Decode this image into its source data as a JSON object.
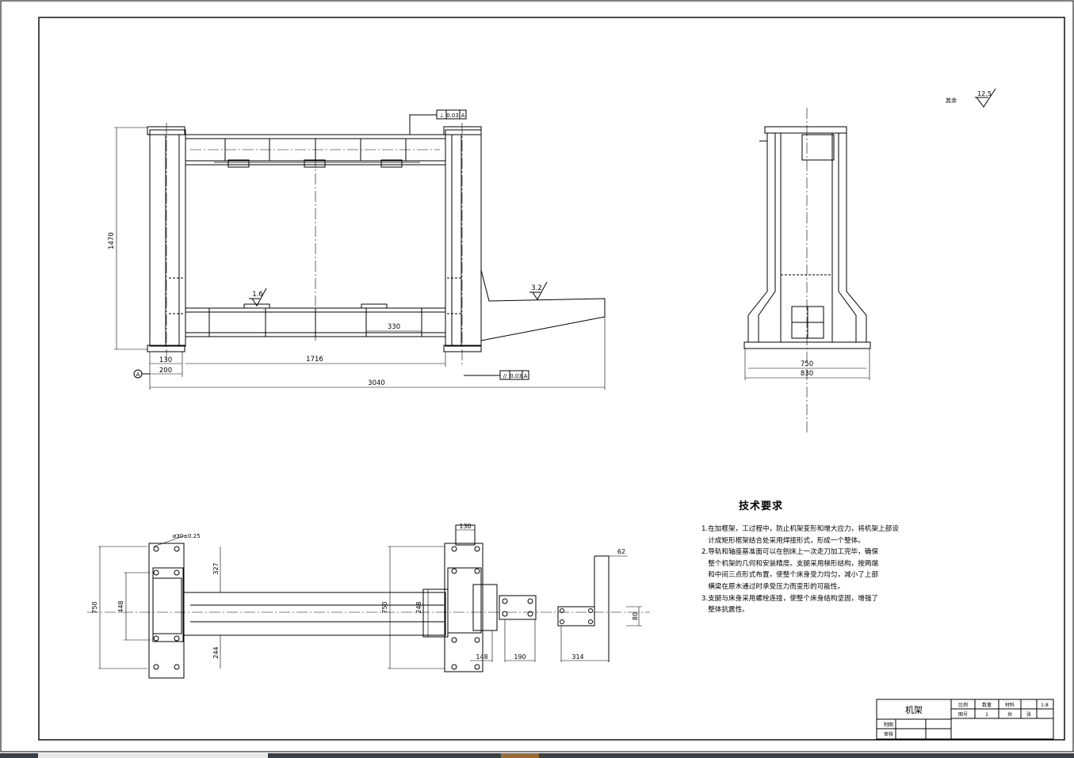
{
  "drawing": {
    "front_view": {
      "dimensions": {
        "height": "1470",
        "left_foot": "130",
        "base_offset": "200",
        "inner_span": "1716",
        "overall_length": "3040",
        "beam_part": "330"
      },
      "roughness_main": "3.2",
      "roughness_beam": "1.6",
      "tol_top": {
        "symbol": "⊥",
        "value": "0.03",
        "datum": "A"
      },
      "tol_bottom": {
        "symbol": "//",
        "value": "0.03",
        "datum": "A"
      },
      "datum": "A"
    },
    "side_view": {
      "dimensions": {
        "inner_width": "750",
        "outer_width": "830"
      }
    },
    "surface_note": {
      "label": "其余",
      "value": "12.5"
    },
    "plan_view": {
      "dimensions": {
        "hole": "ø30±0.25",
        "top_offset": "327",
        "full_width": "750",
        "inner_width": "448",
        "bottom_offset": "244",
        "right_width": "750",
        "right_inner": "248",
        "top_block": "130",
        "rod_len": "148",
        "seg1": "190",
        "seg2": "314",
        "small": "80",
        "leg": "62"
      }
    }
  },
  "tech_requirements": {
    "title": "技术要求",
    "items": [
      "1.在加框架，工过程中，防止机架变形和增大应力，将机架上部设\n   计成矩形框架结合处采用焊接形式，形成一个整体。",
      "2.导轨和轴座基准面可以在刨床上一次走刀加工完毕，确保\n   整个机架的几何和安装精度。支腿采用梯形结构，按两端\n   和中间三点形式布置，使整个床身受力均匀，减小了上部\n   横梁在原木通过时承受压力而变形的可能性。",
      "3.支腿与床身采用螺栓连接，使整个床身结构坚固，增强了\n   整体抗震性。"
    ]
  },
  "title_block": {
    "name": "机架",
    "cells": [
      "比例",
      "数量",
      "材料",
      "1:8",
      "图号",
      "1",
      "共",
      "张"
    ],
    "row_labels": [
      "制图",
      "审核"
    ]
  }
}
